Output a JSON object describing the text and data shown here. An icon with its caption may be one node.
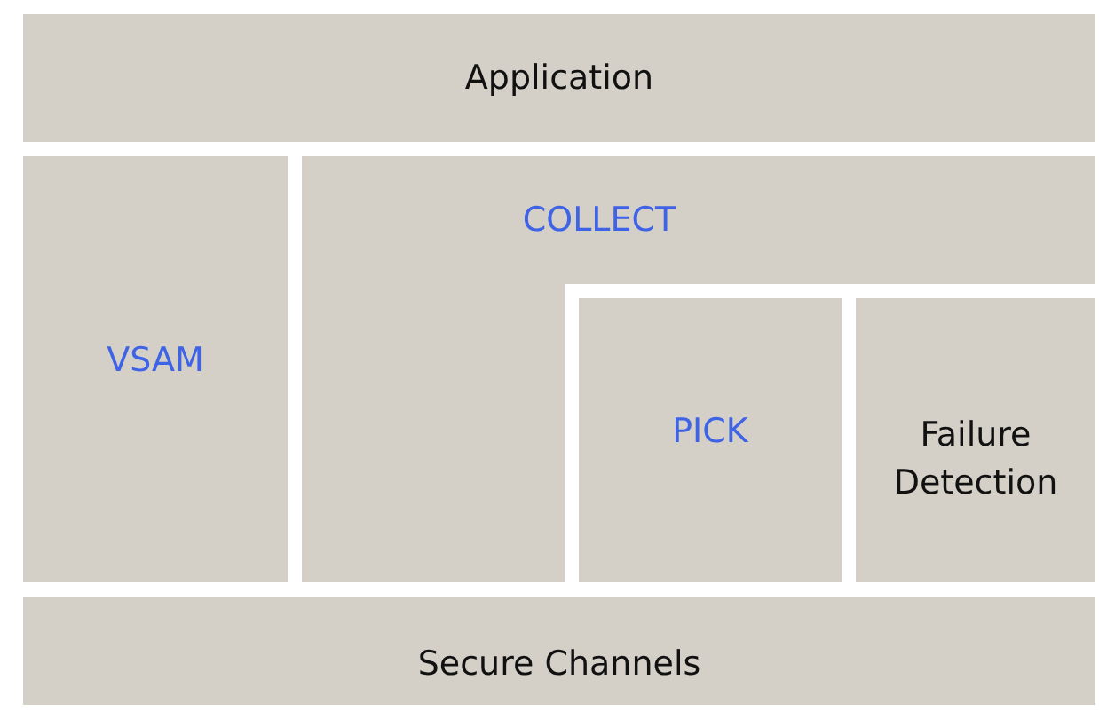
{
  "diagram": {
    "nodes": [
      {
        "text": [
          "Application"
        ]
      },
      {
        "text": [
          "VSAM"
        ]
      },
      {
        "text": [
          "COLLECT"
        ]
      },
      {
        "text": [
          "PICK"
        ]
      },
      {
        "text": [
          "Failure Detection"
        ]
      },
      {
        "text": [
          "Secure Channels"
        ]
      }
    ]
  }
}
